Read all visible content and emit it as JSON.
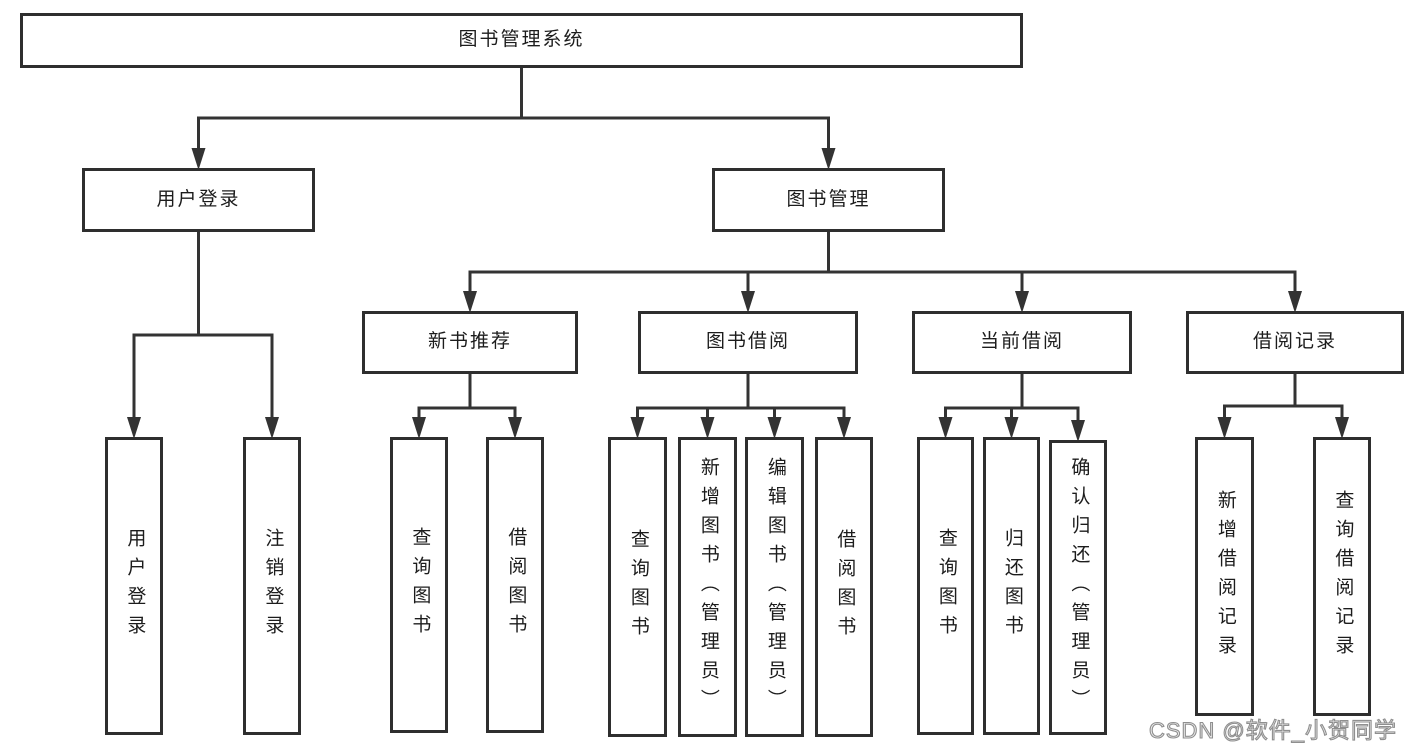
{
  "diagram": {
    "nodes": [
      {
        "id": "root",
        "label": "图书管理系统"
      },
      {
        "id": "user_login",
        "label": "用户登录"
      },
      {
        "id": "book_mgmt",
        "label": "图书管理"
      },
      {
        "id": "new_book",
        "label": "新书推荐"
      },
      {
        "id": "book_borrow",
        "label": "图书借阅"
      },
      {
        "id": "current_borrow",
        "label": "当前借阅"
      },
      {
        "id": "borrow_record",
        "label": "借阅记录"
      },
      {
        "id": "login",
        "label": "用户登录",
        "vertical": true
      },
      {
        "id": "logout",
        "label": "注销登录",
        "vertical": true
      },
      {
        "id": "query1",
        "label": "查询图书",
        "vertical": true
      },
      {
        "id": "borrow1",
        "label": "借阅图书",
        "vertical": true
      },
      {
        "id": "query2",
        "label": "查询图书",
        "vertical": true
      },
      {
        "id": "add_book",
        "label": "新增图书（管理员）",
        "vertical": true
      },
      {
        "id": "edit_book",
        "label": "编辑图书（管理员）",
        "vertical": true
      },
      {
        "id": "borrow2",
        "label": "借阅图书",
        "vertical": true
      },
      {
        "id": "query3",
        "label": "查询图书",
        "vertical": true
      },
      {
        "id": "return_book",
        "label": "归还图书",
        "vertical": true
      },
      {
        "id": "confirm_return",
        "label": "确认归还（管理员）",
        "vertical": true
      },
      {
        "id": "add_record",
        "label": "新增借阅记录",
        "vertical": true
      },
      {
        "id": "query_record",
        "label": "查询借阅记录",
        "vertical": true
      }
    ],
    "tree": [
      {
        "parent": "root",
        "children": [
          "user_login",
          "book_mgmt"
        ]
      },
      {
        "parent": "user_login",
        "children": [
          "login",
          "logout"
        ]
      },
      {
        "parent": "book_mgmt",
        "children": [
          "new_book",
          "book_borrow",
          "current_borrow",
          "borrow_record"
        ]
      },
      {
        "parent": "new_book",
        "children": [
          "query1",
          "borrow1"
        ]
      },
      {
        "parent": "book_borrow",
        "children": [
          "query2",
          "add_book",
          "edit_book",
          "borrow2"
        ]
      },
      {
        "parent": "current_borrow",
        "children": [
          "query3",
          "return_book",
          "confirm_return"
        ]
      },
      {
        "parent": "borrow_record",
        "children": [
          "add_record",
          "query_record"
        ]
      }
    ]
  },
  "watermark": {
    "text": "CSDN @软件_小贺同学"
  },
  "colors": {
    "line": "#333333",
    "box_border": "#2e2e2e",
    "text": "#1c1c1c",
    "background": "#ffffff",
    "watermark_stroke": "#8f8f8f"
  }
}
